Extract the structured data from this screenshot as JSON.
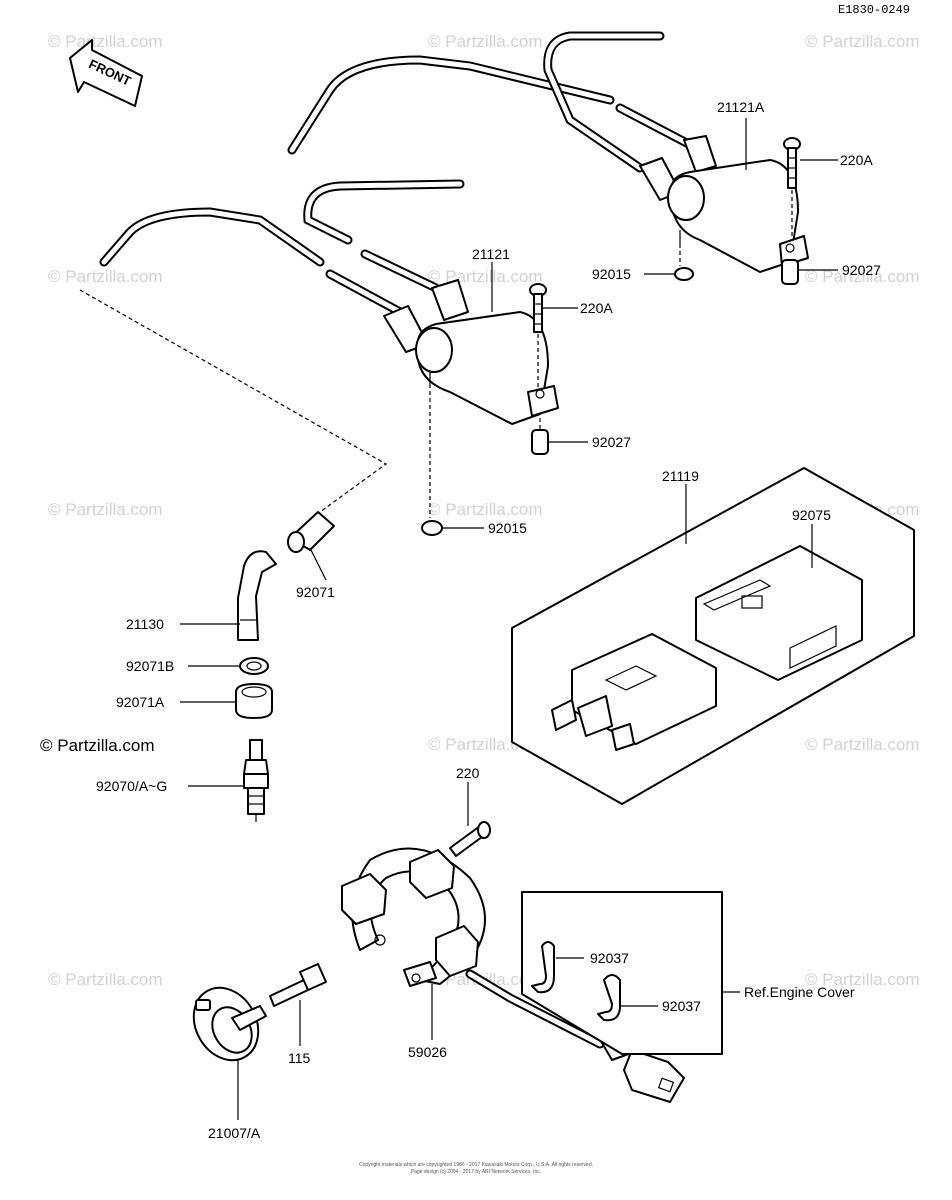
{
  "diagram": {
    "code": "E1830-0249",
    "front_label": "FRONT",
    "watermark": "© Partzilla.com",
    "watermark_main": "© Partzilla.com",
    "ref_label": "Ref.Engine Cover",
    "copyright": [
      "Copyright materials which are copyrighted 1986 - 2017 Kawasaki Motors Corp., U.S.A. All rights reserved.",
      "Page design (c) 2004 - 2017 by ARI Network Services, Inc."
    ],
    "parts": {
      "p21121A": "21121A",
      "p220A_top": "220A",
      "p92015_top": "92015",
      "p92027_top": "92027",
      "p21121": "21121",
      "p220A_mid": "220A",
      "p92027_mid": "92027",
      "p92015_mid": "92015",
      "p92071": "92071",
      "p21130": "21130",
      "p92071B": "92071B",
      "p92071A": "92071A",
      "p92070": "92070/A~G",
      "p21119": "21119",
      "p92075": "92075",
      "p220": "220",
      "p92037a": "92037",
      "p92037b": "92037",
      "p115": "115",
      "p59026": "59026",
      "p21007": "21007/A"
    }
  }
}
